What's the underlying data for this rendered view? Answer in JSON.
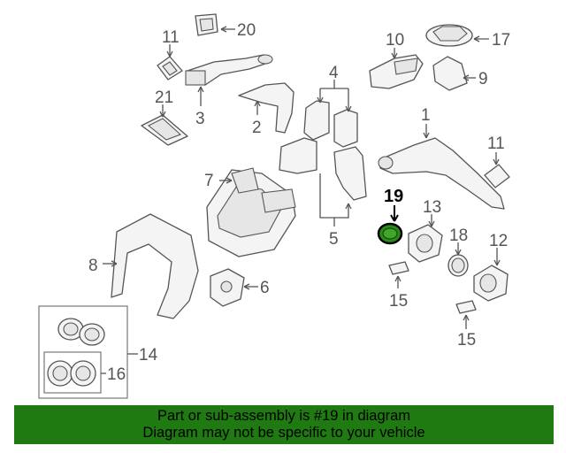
{
  "diagram": {
    "highlight_part": "19",
    "callouts": [
      {
        "id": "c20",
        "text": "20"
      },
      {
        "id": "c11a",
        "text": "11"
      },
      {
        "id": "c10",
        "text": "10"
      },
      {
        "id": "c17",
        "text": "17"
      },
      {
        "id": "c21",
        "text": "21"
      },
      {
        "id": "c3",
        "text": "3"
      },
      {
        "id": "c4",
        "text": "4"
      },
      {
        "id": "c9",
        "text": "9"
      },
      {
        "id": "c2",
        "text": "2"
      },
      {
        "id": "c1",
        "text": "1"
      },
      {
        "id": "c11b",
        "text": "11"
      },
      {
        "id": "c7",
        "text": "7"
      },
      {
        "id": "c19",
        "text": "19"
      },
      {
        "id": "c13",
        "text": "13"
      },
      {
        "id": "c18",
        "text": "18"
      },
      {
        "id": "c12",
        "text": "12"
      },
      {
        "id": "c5",
        "text": "5"
      },
      {
        "id": "c8",
        "text": "8"
      },
      {
        "id": "c6",
        "text": "6"
      },
      {
        "id": "c15a",
        "text": "15"
      },
      {
        "id": "c15b",
        "text": "15"
      },
      {
        "id": "c14",
        "text": "14"
      },
      {
        "id": "c16",
        "text": "16"
      }
    ]
  },
  "banner": {
    "line1": "Part or sub-assembly is #19 in diagram",
    "line2": "Diagram may not be specific to your vehicle",
    "background": "#1f7a12"
  }
}
